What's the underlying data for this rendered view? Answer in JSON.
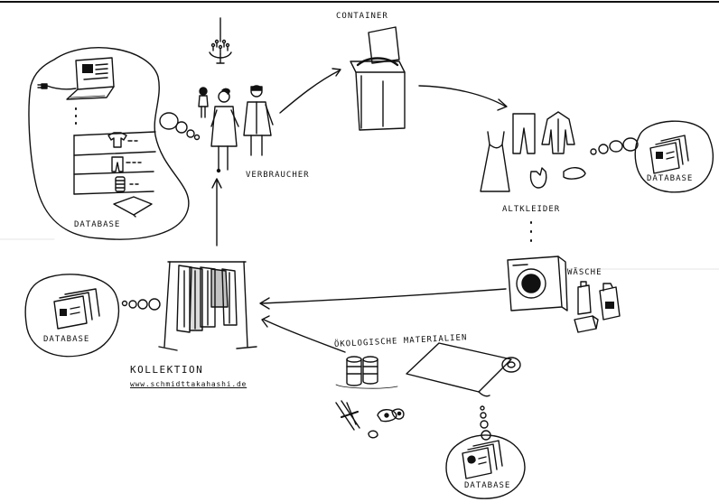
{
  "diagram": {
    "labels": {
      "container": "CONTAINER",
      "verbraucher": "VERBRAUCHER",
      "altkleider": "ALTKLEIDER",
      "waesche": "WÄSCHE",
      "kollektion": "KOLLEKTION",
      "website": "www.schmidttakahashi.de",
      "oekologische_materialien": "ÖKOLOGISCHE MATERIALIEN",
      "database_top_left": "DATABASE",
      "database_right": "DATABASE",
      "database_left": "DATABASE",
      "database_bottom": "DATABASE"
    },
    "colors": {
      "ink": "#111111",
      "paper": "#ffffff",
      "rule": "#e6e6e6"
    }
  }
}
